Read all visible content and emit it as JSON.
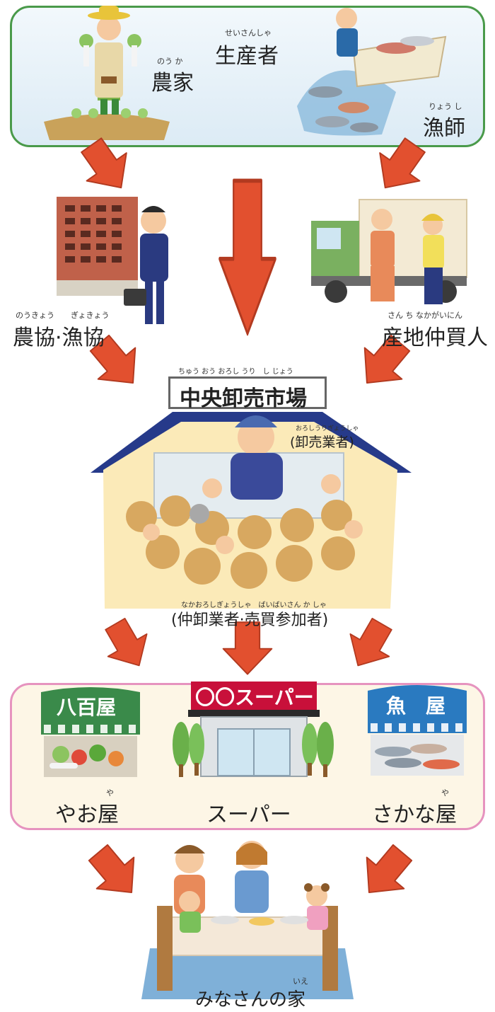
{
  "producers": {
    "title": "生産者",
    "title_ruby": "せいさんしゃ",
    "farmer": "農家",
    "farmer_ruby": "のう か",
    "fisherman": "漁師",
    "fisherman_ruby": "りょう し"
  },
  "intermediaries": {
    "coop": "農協·漁協",
    "coop_ruby_1": "のうきょう",
    "coop_ruby_2": "ぎょきょう",
    "broker": "産地仲買人",
    "broker_ruby": "さん ち なかがいにん"
  },
  "market": {
    "title": "中央卸売市場",
    "title_ruby": "ちゅう おう おろし うり　し じょう",
    "wholesaler": "(卸売業者)",
    "wholesaler_ruby": "おろしうりぎょうしゃ",
    "buyers": "(仲卸業者·売買参加者)",
    "buyers_ruby": "なかおろしぎょうしゃ　ばいばいさん か しゃ"
  },
  "retail": {
    "greengrocer_sign": "八百屋",
    "supermarket_sign": "〇〇スーパー",
    "fishmonger_sign": "魚　屋",
    "greengrocer": "やお屋",
    "greengrocer_ruby": "や",
    "supermarket": "スーパー",
    "fishmonger": "さかな屋",
    "fishmonger_ruby": "や"
  },
  "home": {
    "label": "みなさんの家",
    "label_ruby": "いえ"
  },
  "colors": {
    "arrow": "#e2502f",
    "arrow_stroke": "#b23a20",
    "producers_border": "#4a9a4a",
    "retail_border": "#e693bf"
  }
}
